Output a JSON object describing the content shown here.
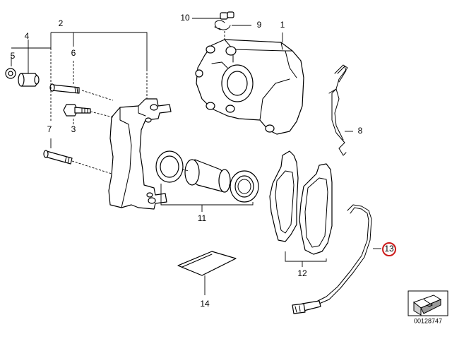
{
  "callouts": {
    "c1": "1",
    "c2": "2",
    "c3": "3",
    "c4": "4",
    "c5": "5",
    "c6": "6",
    "c7": "7",
    "c8": "8",
    "c9": "9",
    "c10": "10",
    "c11": "11",
    "c12": "12",
    "c13": "13",
    "c14": "14"
  },
  "highlight": {
    "callout": "13",
    "color": "#cc1a1a"
  },
  "catalog_number": "00128747",
  "icons": {
    "orientation": "arrow-orientation-icon"
  }
}
